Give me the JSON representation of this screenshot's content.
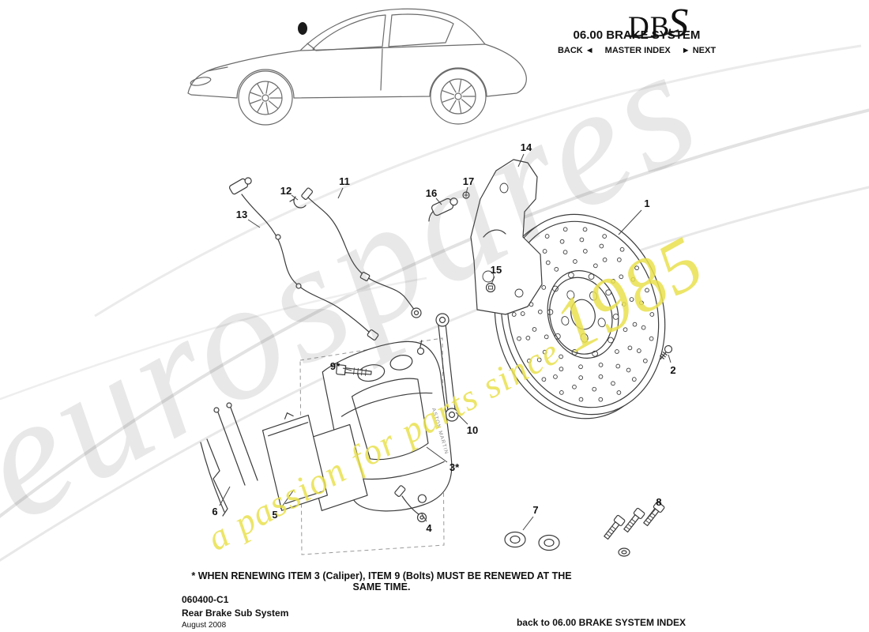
{
  "header": {
    "logo_db": "DB",
    "logo_s": "S",
    "section_title": "06.00 BRAKE SYSTEM",
    "nav": {
      "back": "BACK ◄",
      "master_index": "MASTER INDEX",
      "next": "► NEXT"
    }
  },
  "watermark": {
    "brand": "eurospares",
    "tagline": "a passion for parts since",
    "year": "1985",
    "accent_color": "#e9e14e"
  },
  "diagram": {
    "caliper_text": "ASTON MARTIN",
    "callouts": [
      {
        "label": "1"
      },
      {
        "label": "2"
      },
      {
        "label": "3*"
      },
      {
        "label": "4"
      },
      {
        "label": "5"
      },
      {
        "label": "6"
      },
      {
        "label": "7"
      },
      {
        "label": "8"
      },
      {
        "label": "9*"
      },
      {
        "label": "10"
      },
      {
        "label": "11"
      },
      {
        "label": "12"
      },
      {
        "label": "13"
      },
      {
        "label": "14"
      },
      {
        "label": "15"
      },
      {
        "label": "16"
      },
      {
        "label": "17"
      }
    ]
  },
  "footnote": "* WHEN RENEWING ITEM 3 (Caliper), ITEM 9 (Bolts) MUST BE RENEWED AT THE SAME TIME.",
  "footer": {
    "document_code": "060400-C1",
    "document_title": "Rear Brake Sub System",
    "date": "August 2008",
    "index_link": "back to 06.00 BRAKE SYSTEM INDEX"
  }
}
